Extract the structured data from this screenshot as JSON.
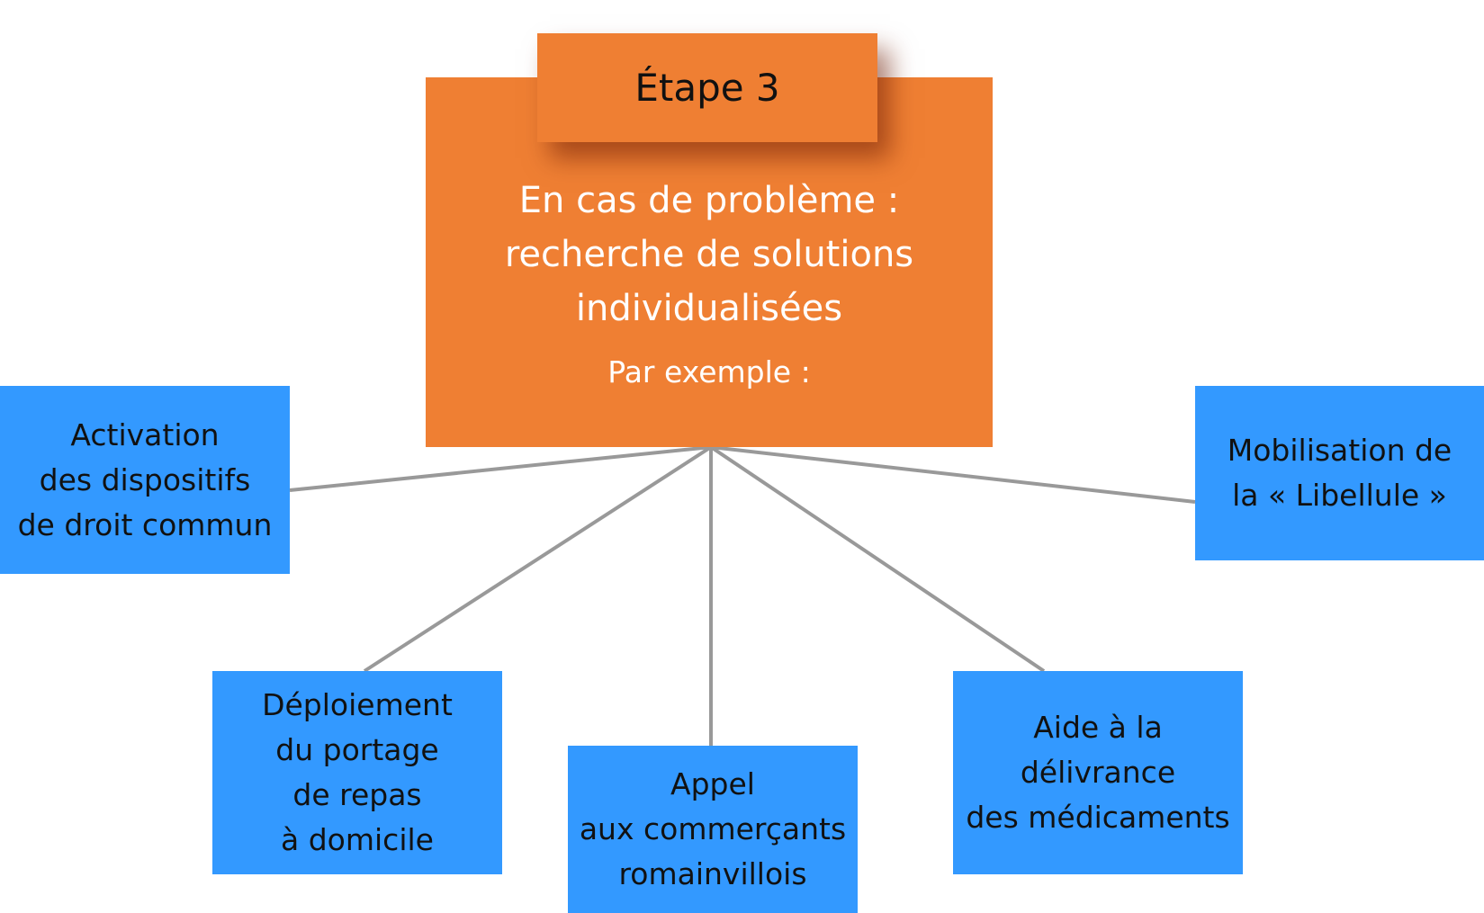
{
  "step_label": "Étape 3",
  "main": {
    "title_lines": [
      "En cas de problème :",
      "recherche de solutions",
      "individualisées"
    ],
    "subtitle": "Par exemple :"
  },
  "leaves": [
    {
      "key": "droit-commun",
      "lines": [
        "Activation",
        "des dispositifs",
        "de droit commun"
      ]
    },
    {
      "key": "libellule",
      "lines": [
        "Mobilisation de",
        "la « Libellule »"
      ]
    },
    {
      "key": "portage-repas",
      "lines": [
        "Déploiement",
        "du portage",
        "de repas",
        "à domicile"
      ]
    },
    {
      "key": "commercants",
      "lines": [
        "Appel",
        "aux commerçants",
        "romainvillois"
      ]
    },
    {
      "key": "medicaments",
      "lines": [
        "Aide à la",
        "délivrance",
        "des médicaments"
      ]
    }
  ],
  "colors": {
    "orange": "#ef7f33",
    "blue": "#3399ff",
    "connector": "#999999",
    "step_shadow": "#6e1e05"
  }
}
